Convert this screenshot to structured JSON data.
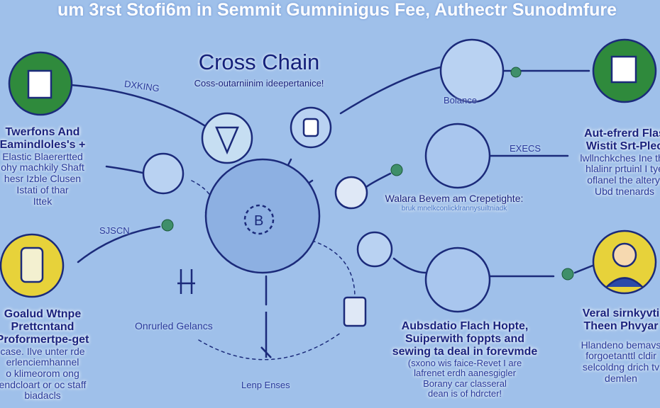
{
  "title": "um 3rst Stofi6m in Semmit Gumninigus Fee, Authectr Sunodmfure",
  "header": {
    "main": "Cross Chain",
    "sub": "Coss-outarniinim ideepertanice!"
  },
  "labels": {
    "dxking": "DXKING",
    "bolance": "Bolance",
    "execs": "EXECS",
    "sjscn": "SJSCN",
    "onrurled": "Onrurled Gelancs",
    "lenp": "Lenp Enses"
  },
  "blocks": {
    "left_top": {
      "heading": [
        "Twerfons And",
        "Eamindloles's +"
      ],
      "body": [
        "Elastic Blaerertted",
        "ohy machkily Shaft",
        "hesr Izble Clusen",
        "Istati of thar",
        "Ittek"
      ]
    },
    "left_bottom": {
      "heading": [
        "Goalud Wtnpe",
        "Prettcntand",
        "Proformertpe-get"
      ],
      "body": [
        "case. Ilve unter rde",
        "erlenciemhannel",
        "o klimeorom ong",
        "endcloart or oc staff",
        "biadacls"
      ]
    },
    "right_top": {
      "heading": [
        "Aut-efrerd Flas",
        "Wistit Srt-Plec"
      ],
      "body": [
        "lwllnchkches Ine tha",
        "hlalinr prtuinl I tye",
        "oflanel the altery.",
        "Ubd tnenards"
      ]
    },
    "right_bottom": {
      "heading": [
        "Veral sirnkyvti",
        "Theen Phvyar"
      ],
      "body": [
        "Hlandeno bemavs",
        "forgoetanttl cldir",
        "selcoldng drich tv",
        "demlen"
      ]
    },
    "center_mid": {
      "heading": "Walara Bevem am Crepetighte:",
      "link": "bruk mnelkconlicklrannysuiltniadk"
    },
    "center_bottom": {
      "heading": [
        "Aubsdatio Flach Hopte,",
        "Suiperwith foppts and",
        "sewing ta deal in forevmde"
      ],
      "body": [
        "(sxono wis faice-Revet I are",
        "lafrenet erdh aanesgigler",
        "Borany car classeral",
        "dean is of hdrcter!"
      ]
    }
  },
  "colors": {
    "bg": "#9fc0ea",
    "navy": "#1b2a8c",
    "green": "#2f8a3c",
    "yellow": "#e7d23a"
  }
}
